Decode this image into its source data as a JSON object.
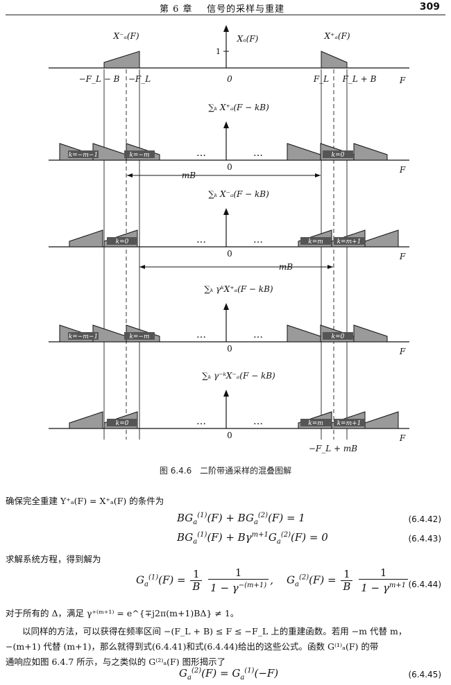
{
  "header": {
    "chapter": "第 6 章",
    "title": "信号的采样与重建",
    "page_number": "309"
  },
  "figure": {
    "rows": [
      {
        "label": "",
        "k_labels": []
      },
      {
        "label": "∑ₖ X⁺ₐ(F − kB)",
        "k_labels": [
          "k=−m−1",
          "k=−m",
          "k=0"
        ]
      },
      {
        "label": "∑ₖ X⁻ₐ(F − kB)",
        "k_labels": [
          "k=0",
          "k=m",
          "k=m+1"
        ]
      },
      {
        "label": "∑ₖ γᵏX⁺ₐ(F − kB)",
        "k_labels": [
          "k=−m−1",
          "k=−m",
          "k=0"
        ]
      },
      {
        "label": "∑ₖ γ⁻ᵏX⁻ₐ(F − kB)",
        "k_labels": [
          "k=0",
          "k=m",
          "k=m+1"
        ]
      }
    ],
    "top_labels": {
      "left": "X⁻ₐ(F)",
      "center": "Xₐ(F)",
      "right": "X⁺ₐ(F)",
      "one": "1"
    },
    "top_ticks": [
      "−F_L − B",
      "−F_L",
      "0",
      "F_L",
      "F_L + B"
    ],
    "axis_label": "F",
    "zero": "0",
    "dots": "…",
    "mB": "mB",
    "bottom_tick": "−F_L + mB"
  },
  "caption": {
    "number": "图 6.4.6",
    "text": "二阶带通采样的混叠图解"
  },
  "text": {
    "para1": "确保完全重建 Y⁺ₐ(F) = X⁺ₐ(F) 的条件为",
    "para2": "求解系统方程，得到解为",
    "para3": "对于所有的 Δ，满足 γ⁺⁽ᵐ⁺¹⁾ = e^{∓j2π(m+1)BΔ} ≠ 1。",
    "para4": "以同样的方法，可以获得在频率区间 −(F_L + B) ≤ F ≤ −F_L 上的重建函数。若用 −m 代替 m，",
    "para5": "−(m+1) 代替 (m+1)，那么就得到式(6.4.41)和式(6.4.44)给出的这些公式。函数 G⁽¹⁾ₐ(F) 的带",
    "para6": "通响应如图 6.4.7 所示，与之类似的 G⁽²⁾ₐ(F) 图形揭示了"
  },
  "equations": [
    {
      "id": "eq-6-4-42",
      "number": "(6.4.42)"
    },
    {
      "id": "eq-6-4-43",
      "number": "(6.4.43)"
    },
    {
      "id": "eq-6-4-44",
      "number": "(6.4.44)"
    },
    {
      "id": "eq-6-4-45",
      "number": "(6.4.45)"
    }
  ]
}
